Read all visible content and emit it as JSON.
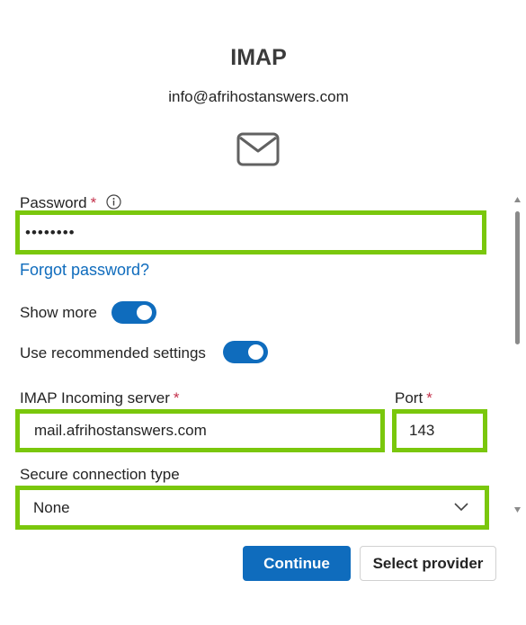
{
  "header": {
    "title": "IMAP",
    "email": "info@afrihostanswers.com",
    "icon": "mail-icon"
  },
  "password": {
    "label": "Password",
    "required_mark": "*",
    "info_icon": "info-icon",
    "value_masked": "••••••••"
  },
  "forgot_password": "Forgot password?",
  "show_more": {
    "label": "Show more",
    "on": true
  },
  "use_recommended": {
    "label": "Use recommended settings",
    "on": true
  },
  "incoming_server": {
    "label": "IMAP Incoming server",
    "required_mark": "*",
    "value": "mail.afrihostanswers.com"
  },
  "port": {
    "label": "Port",
    "required_mark": "*",
    "value": "143"
  },
  "secure_connection": {
    "label": "Secure connection type",
    "value": "None",
    "icon": "chevron-down-icon"
  },
  "buttons": {
    "continue": "Continue",
    "select_provider": "Select provider"
  },
  "colors": {
    "accent": "#0f6cbd",
    "highlight": "#7ac70c",
    "required": "#c4314b"
  }
}
